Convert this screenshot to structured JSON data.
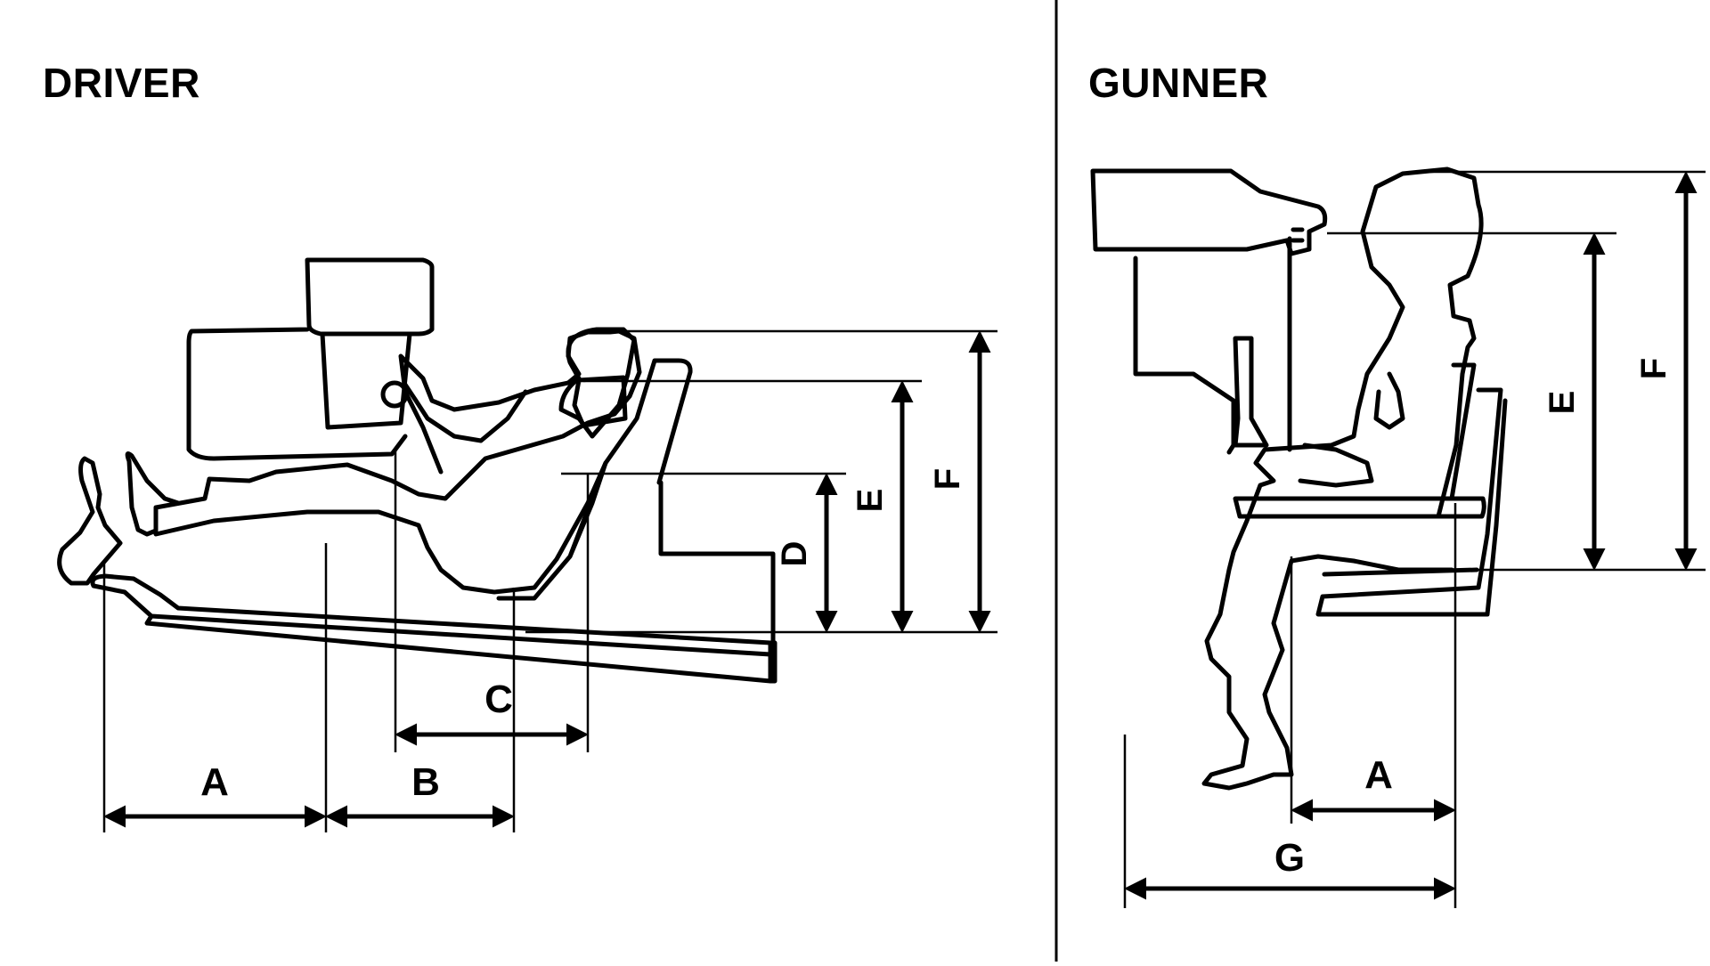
{
  "panels": {
    "driver": {
      "title": "DRIVER",
      "labels": {
        "a": "A",
        "b": "B",
        "c": "C",
        "d": "D",
        "e": "E",
        "f": "F"
      }
    },
    "gunner": {
      "title": "GUNNER",
      "labels": {
        "a": "A",
        "e": "E",
        "f": "F",
        "g": "G"
      }
    }
  },
  "colors": {
    "line": "#000000",
    "background": "#ffffff"
  }
}
